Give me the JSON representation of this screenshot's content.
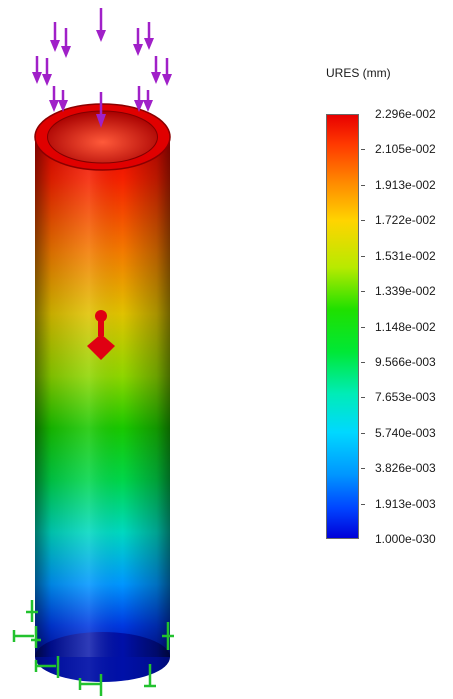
{
  "legend": {
    "title": "URES (mm)",
    "ticks": [
      {
        "label": "2.296e-002"
      },
      {
        "label": "2.105e-002"
      },
      {
        "label": "1.913e-002"
      },
      {
        "label": "1.722e-002"
      },
      {
        "label": "1.531e-002"
      },
      {
        "label": "1.339e-002"
      },
      {
        "label": "1.148e-002"
      },
      {
        "label": "9.566e-003"
      },
      {
        "label": "7.653e-003"
      },
      {
        "label": "5.740e-003"
      },
      {
        "label": "3.826e-003"
      },
      {
        "label": "1.913e-003"
      },
      {
        "label": "1.000e-030"
      }
    ]
  },
  "colors": {
    "max": "#e80000",
    "min": "#0000d8",
    "load_arrows": "#a020c8",
    "fixture_arrows": "#22c22e",
    "probe_marker": "#e00012"
  },
  "icons": {
    "load": "downward-force-arrow-icon",
    "fixture": "fixed-support-arrow-icon",
    "probe": "max-displacement-marker-icon"
  }
}
